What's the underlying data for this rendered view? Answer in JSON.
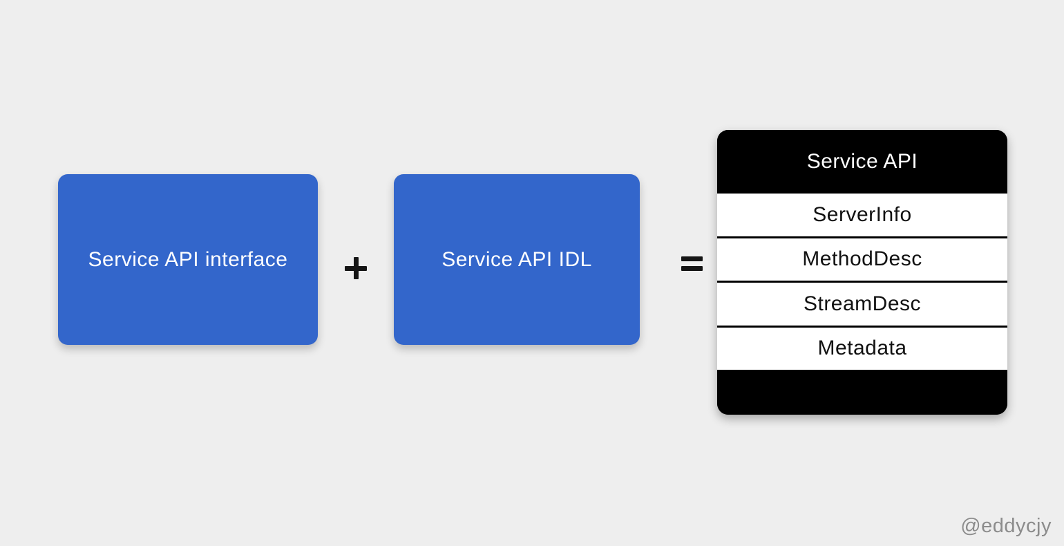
{
  "diagram": {
    "colors": {
      "background": "#eeeeee",
      "box_blue": "#3366cb",
      "box_text": "#ffffff",
      "stack_black": "#000000",
      "stack_row_bg": "#ffffff",
      "stack_row_text": "#111111",
      "operator_black": "#151515",
      "watermark_gray": "#8c8c8c"
    },
    "boxes": [
      {
        "label": "Service API interface"
      },
      {
        "label": "Service API IDL"
      }
    ],
    "operators": {
      "plus": "+",
      "equals": "="
    },
    "stack": {
      "header": "Service API",
      "rows": [
        "ServerInfo",
        "MethodDesc",
        "StreamDesc",
        "Metadata"
      ]
    },
    "watermark": "@eddycjy"
  }
}
